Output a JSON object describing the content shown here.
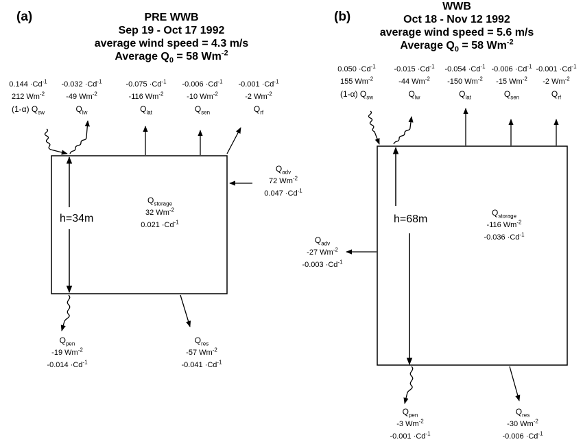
{
  "panel_a": {
    "letter": "(a)",
    "title": {
      "line1": "PRE WWB",
      "line2": "Sep 19 - Oct 17 1992",
      "line3": "average wind speed = 4.3 m/s",
      "line4_prefix": "Average Q",
      "line4_sub": "0",
      "line4_value": " = 58 Wm",
      "line4_sup": "-2"
    },
    "height_label": "h=34m",
    "flux": {
      "sw": {
        "cd": "0.144",
        "wm": "212",
        "prefix": "(1-α) ",
        "name": "Q",
        "sub": "sw"
      },
      "lw": {
        "cd": "-0.032",
        "wm": "-49",
        "name": "Q",
        "sub": "lw"
      },
      "lat": {
        "cd": "-0.075",
        "wm": "-116",
        "name": "Q",
        "sub": "lat"
      },
      "sen": {
        "cd": "-0.006",
        "wm": "-10",
        "name": "Q",
        "sub": "sen"
      },
      "rf": {
        "cd": "-0.001",
        "wm": "-2",
        "name": "Q",
        "sub": "rf"
      },
      "adv": {
        "cd": "0.047",
        "wm": "72",
        "name": "Q",
        "sub": "adv"
      },
      "storage": {
        "cd": "0.021",
        "wm": "32",
        "name": "Q",
        "sub": "storage"
      },
      "pen": {
        "cd": "-0.014",
        "wm": "-19",
        "name": "Q",
        "sub": "pen"
      },
      "res": {
        "cd": "-0.041",
        "wm": "-57",
        "name": "Q",
        "sub": "res"
      }
    }
  },
  "panel_b": {
    "letter": "(b)",
    "title": {
      "line1": "WWB",
      "line2": "Oct 18 - Nov 12 1992",
      "line3": "average wind speed = 5.6 m/s",
      "line4_prefix": "Average Q",
      "line4_sub": "0",
      "line4_value": " = 58 Wm",
      "line4_sup": "-2"
    },
    "height_label": "h=68m",
    "flux": {
      "sw": {
        "cd": "0.050",
        "wm": "155",
        "prefix": "(1-α) ",
        "name": "Q",
        "sub": "sw"
      },
      "lw": {
        "cd": "-0.015",
        "wm": "-44",
        "name": "Q",
        "sub": "lw"
      },
      "lat": {
        "cd": "-0.054",
        "wm": "-150",
        "name": "Q",
        "sub": "lat"
      },
      "sen": {
        "cd": "-0.006",
        "wm": "-15",
        "name": "Q",
        "sub": "sen"
      },
      "rf": {
        "cd": "-0.001",
        "wm": "-2",
        "name": "Q",
        "sub": "rf"
      },
      "adv": {
        "cd": "-0.003",
        "wm": "-27",
        "name": "Q",
        "sub": "adv"
      },
      "storage": {
        "cd": "-0.036",
        "wm": "-116",
        "name": "Q",
        "sub": "storage"
      },
      "pen": {
        "cd": "-0.001",
        "wm": "-3",
        "name": "Q",
        "sub": "pen"
      },
      "res": {
        "cd": "-0.006",
        "wm": "-30",
        "name": "Q",
        "sub": "res"
      }
    }
  },
  "units": {
    "cd_sep": " ·Cd",
    "cd_sup": "-1",
    "wm_unit": " Wm",
    "wm_sup": "-2"
  }
}
